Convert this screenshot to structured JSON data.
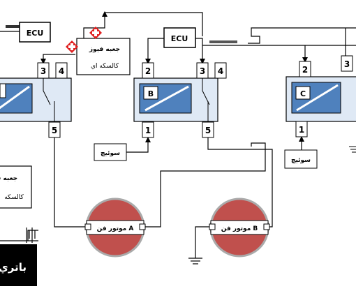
{
  "ecu_labels": [
    "ECU",
    "ECU"
  ],
  "fuse_box": {
    "line1": "جعبه فيوز",
    "line2": "كالسكه اي"
  },
  "relays": [
    {
      "letter": "",
      "pins": [
        "3",
        "4",
        "5"
      ]
    },
    {
      "letter": "B",
      "pins": [
        "2",
        "3",
        "4",
        "1",
        "5"
      ]
    },
    {
      "letter": "C",
      "pins": [
        "2",
        "3",
        "1"
      ]
    }
  ],
  "switch_labels": [
    "سوئيچ",
    "سوئيچ"
  ],
  "left_box": {
    "line1": "جعبه ف",
    "line2": "كالسكه"
  },
  "motors": [
    {
      "label": "موتور فن A"
    },
    {
      "label": "موتور فن B"
    }
  ],
  "battery_label": "باتري",
  "colors": {
    "relay_fill": "#dfe9f5",
    "relay_inner": "#4f81bd",
    "motor_red": "#c0504d",
    "connector_red": "#e02020"
  }
}
